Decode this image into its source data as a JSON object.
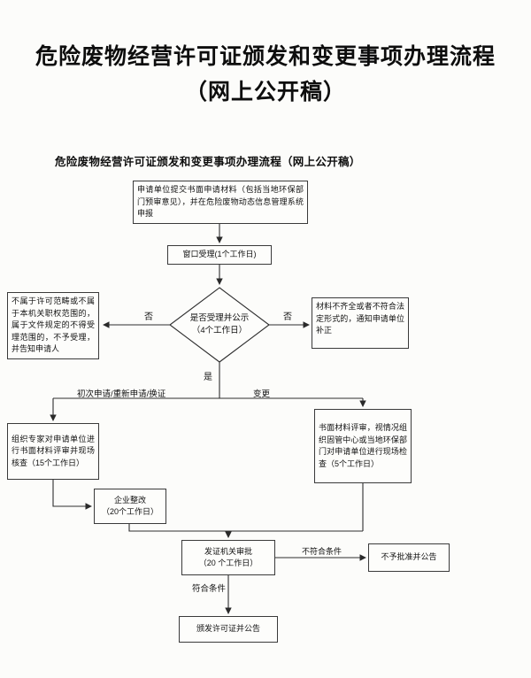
{
  "page": {
    "title_line1": "危险废物经营许可证颁发和变更事项办理流程",
    "title_line2": "（网上公开稿）"
  },
  "diagram": {
    "heading": "危险废物经营许可证颁发和变更事项办理流程（网上公开稿）",
    "nodes": {
      "submit": "申请单位提交书面申请材料（包括当地环保部门预审意见），并在危险废物动态信息管理系统申报",
      "window_accept": "窗口受理(1个工作日)",
      "decision": "是否受理并公示\n（4个工作日）",
      "reject_scope": "不属于许可范畴或不属于本机关职权范围的，属于文件规定的不得受理范围的，不予受理，并告知申请人",
      "supplement": "材料不齐全或者不符合法定形式的，通知申请单位补正",
      "expert_review": "组织专家对申请单位进行书面材料评审并现场核查（15个工作日）",
      "change_review": "书面材料评审，视情况组织固管中心或当地环保部门对申请单位进行现场检查（5个工作日）",
      "rectify": "企业整改\n（20个工作日）",
      "approve": "发证机关审批\n（20 个工作日）",
      "not_approve": "不予批准并公告",
      "issue": "颁发许可证并公告"
    },
    "labels": {
      "no_left": "否",
      "no_right": "否",
      "yes": "是",
      "branch_left": "初次申请/重新申请/换证",
      "branch_right": "变更",
      "not_meet": "不符合条件",
      "meet": "符合条件"
    }
  }
}
